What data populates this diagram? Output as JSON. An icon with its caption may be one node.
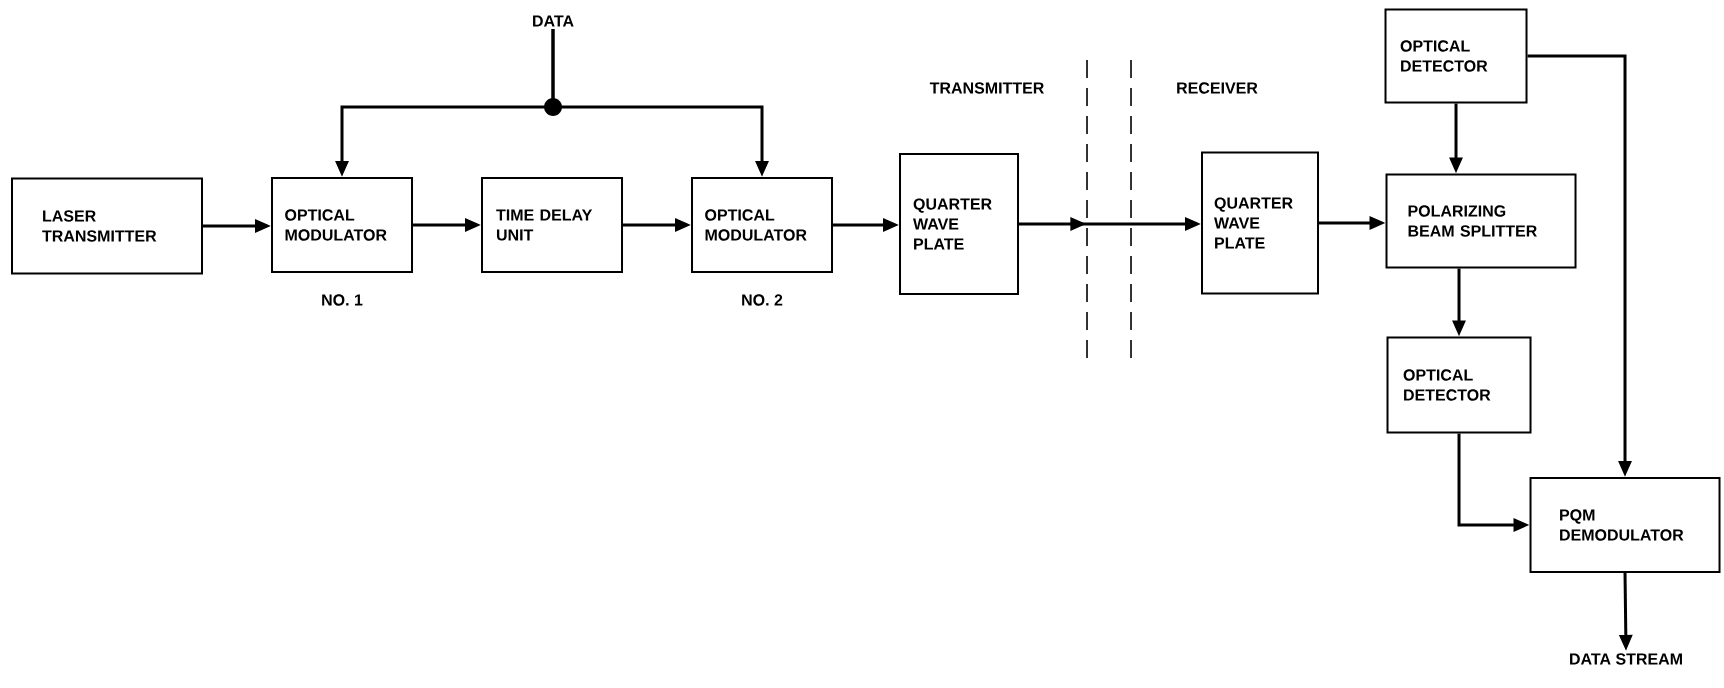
{
  "diagram": {
    "nodes": [
      {
        "text": [
          "DATA"
        ]
      },
      {
        "text": [
          "LASER TRANSMITTER"
        ]
      },
      {
        "text": [
          "OPTICAL MODULATOR"
        ],
        "beside": [
          "NO. 1"
        ]
      },
      {
        "text": [
          "TIME DELAY UNIT"
        ]
      },
      {
        "text": [
          "OPTICAL MODULATOR"
        ],
        "beside": [
          "NO. 2"
        ]
      },
      {
        "text": [
          "QUARTER WAVE PLATE"
        ]
      },
      {
        "text": [
          "QUARTER WAVE PLATE"
        ]
      },
      {
        "text": [
          "OPTICAL DETECTOR"
        ]
      },
      {
        "text": [
          "POLARIZING BEAM SPLITTER"
        ]
      },
      {
        "text": [
          "OPTICAL DETECTOR"
        ]
      },
      {
        "text": [
          "PQM DEMODULATOR"
        ]
      },
      {
        "text": [
          "DATA STREAM"
        ]
      }
    ],
    "edges": [
      {
        "from": 0,
        "to": 2,
        "arrow": "to"
      },
      {
        "from": 0,
        "to": 4,
        "arrow": "to"
      },
      {
        "from": 1,
        "to": 2,
        "arrow": "to"
      },
      {
        "from": 2,
        "to": 3,
        "arrow": "to"
      },
      {
        "from": 3,
        "to": 4,
        "arrow": "to"
      },
      {
        "from": 4,
        "to": 5,
        "arrow": "to"
      },
      {
        "from": 5,
        "to": 6,
        "arrow": "to"
      },
      {
        "from": 6,
        "to": 8,
        "arrow": "to"
      },
      {
        "from": 7,
        "to": 8,
        "arrow": "to"
      },
      {
        "from": 8,
        "to": 9,
        "arrow": "to"
      },
      {
        "from": 7,
        "to": 10,
        "arrow": "to"
      },
      {
        "from": 9,
        "to": 10,
        "arrow": "to"
      },
      {
        "from": 10,
        "to": 11,
        "arrow": "to"
      }
    ],
    "labels": [
      "TRANSMITTER",
      "RECEIVER"
    ]
  }
}
